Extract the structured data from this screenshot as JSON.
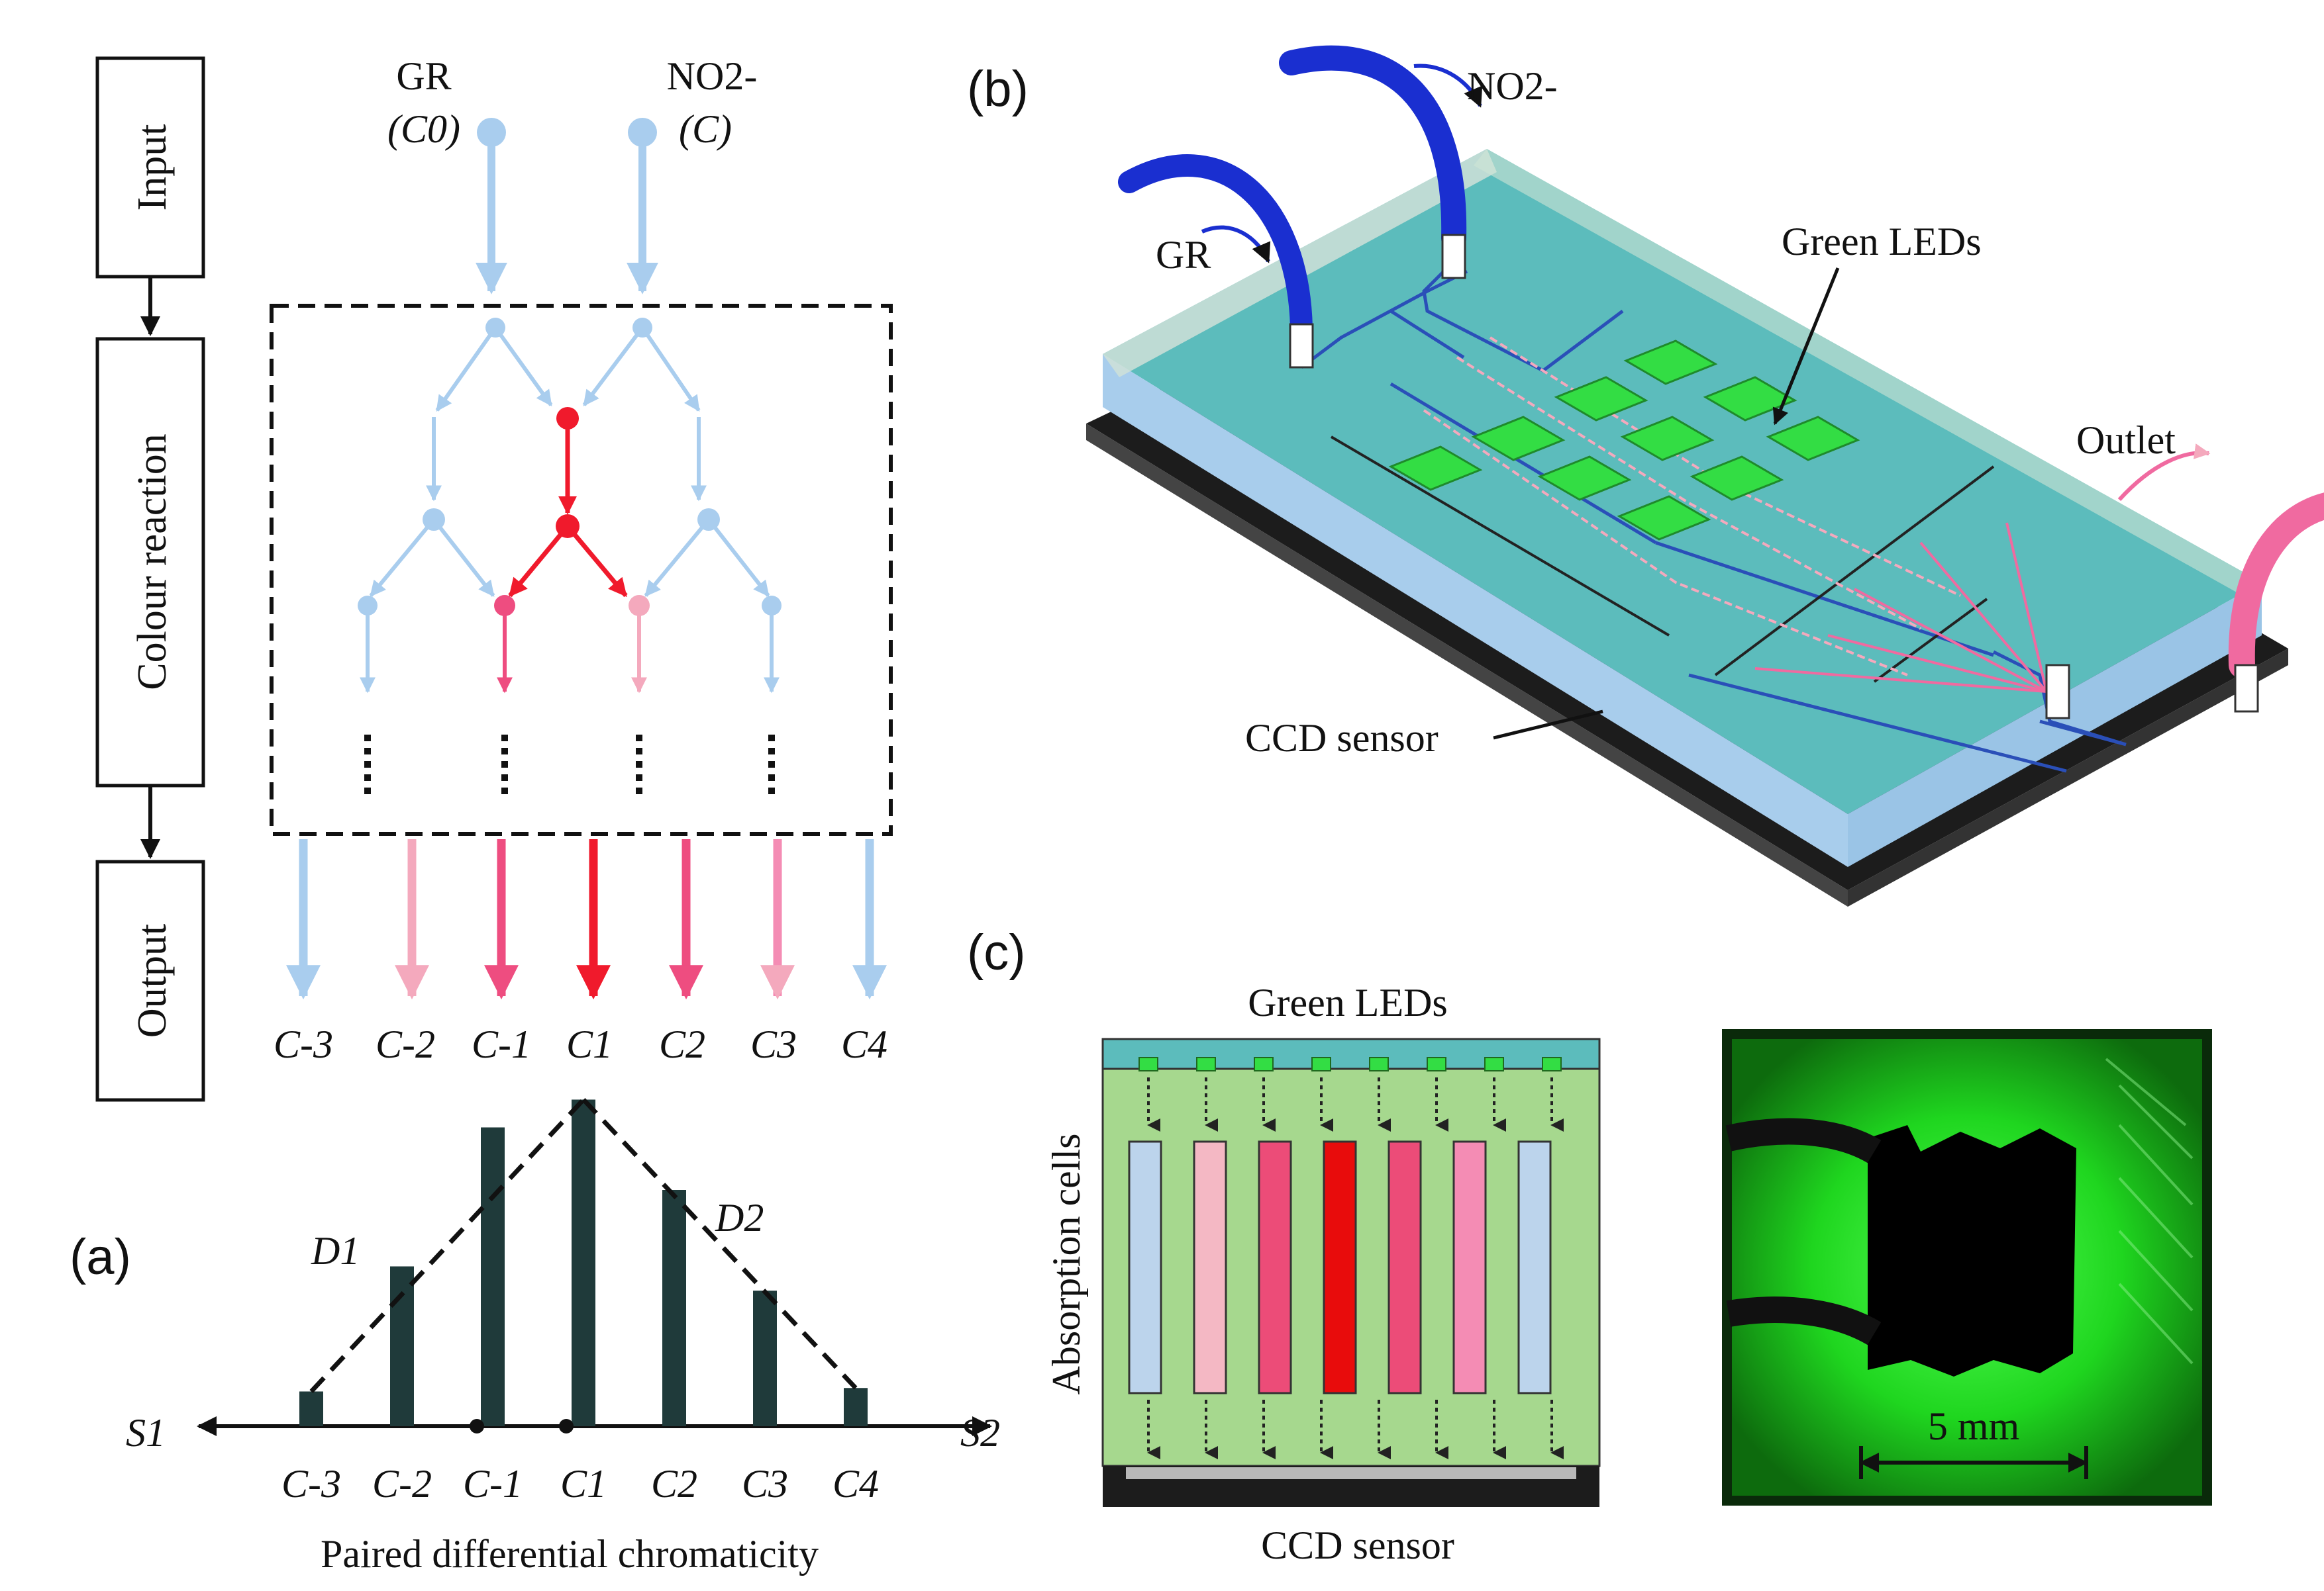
{
  "panels": {
    "a": "(a)",
    "b": "(b)",
    "c": "(c)"
  },
  "flow_boxes": [
    "Input",
    "Colour reaction",
    "Output"
  ],
  "inputs": {
    "gr": {
      "name": "GR",
      "conc": "(C0)"
    },
    "no2": {
      "name": "NO2-",
      "conc": "(C)"
    }
  },
  "outputs": [
    "C-3",
    "C-2",
    "C-1",
    "C1",
    "C2",
    "C3",
    "C4"
  ],
  "chart_data": {
    "type": "bar",
    "categories": [
      "C-3",
      "C-2",
      "C-1",
      "C1",
      "C2",
      "C3",
      "C4"
    ],
    "values": [
      1,
      4.6,
      8.6,
      9.4,
      6.8,
      3.9,
      1.1
    ],
    "ylim": [
      0,
      10
    ],
    "xlabel": "Paired differential chromaticity",
    "left_arrow": "S1",
    "right_arrow": "S2",
    "slope_labels": [
      "D1",
      "D2"
    ],
    "bar_color": "#1f3a3a"
  },
  "device": {
    "gr_label": "GR",
    "no2_label": "NO2-",
    "leds_label": "Green LEDs",
    "outlet_label": "Outlet",
    "ccd_label": "CCD sensor"
  },
  "cross_section": {
    "leds_label": "Green LEDs",
    "cells_label": "Absorption cells",
    "ccd_label": "CCD sensor",
    "cell_colors": [
      "#bcd4ec",
      "#f4b8c4",
      "#ec4c78",
      "#e80c0c",
      "#ec4c78",
      "#f48cb4",
      "#bcd4ec"
    ]
  },
  "photo": {
    "scale_label": "5 mm"
  },
  "colors": {
    "light_blue": "#a9cdee",
    "light_pink": "#f4a9bd",
    "pink": "#ee4d80",
    "red": "#f01a2c",
    "device_teal": "#5cbcbc",
    "tube_blue": "#1a2fd0",
    "tube_pink": "#f06aa0",
    "led_green": "#33dd44"
  }
}
